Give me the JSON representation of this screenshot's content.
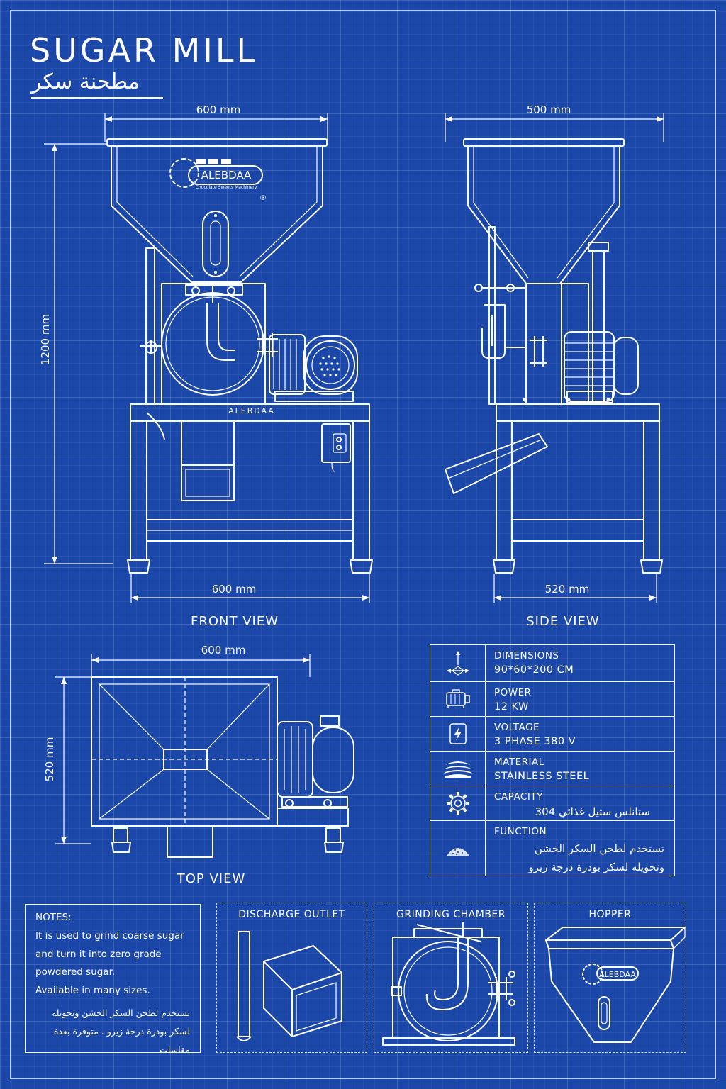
{
  "title": {
    "en": "SUGAR MILL",
    "ar": "مطحنة سكر"
  },
  "brand": {
    "name": "ALEBDAA",
    "tagline": "Chocolate Sweets Machinery",
    "mark": "®"
  },
  "front_view": {
    "label": "FRONT VIEW",
    "top_width": "600 mm",
    "bottom_width": "600 mm",
    "height": "1200 mm",
    "frame_text": "ALEBDAA"
  },
  "side_view": {
    "label": "SIDE VIEW",
    "top_width": "500 mm",
    "bottom_width": "520 mm"
  },
  "top_view": {
    "label": "TOP VIEW",
    "width": "600 mm",
    "depth": "520 mm"
  },
  "specs": [
    {
      "icon": "dimensions-icon",
      "label": "DIMENSIONS",
      "value": "90*60*200  CM"
    },
    {
      "icon": "motor-icon",
      "label": "POWER",
      "value": "12  KW"
    },
    {
      "icon": "voltage-icon",
      "label": "VOLTAGE",
      "value": "3  PHASE  380  V"
    },
    {
      "icon": "material-stack-icon",
      "label": "MATERIAL",
      "value": "STAINLESS  STEEL"
    },
    {
      "icon": "gear-icon",
      "label": "CAPACITY",
      "value": "ستانلس ستيل غذائي 304"
    },
    {
      "icon": "powder-pile-icon",
      "label": "FUNCTION",
      "value_line1": "تستخدم لطحن السكر الخشن",
      "value_line2": "وتحويله لسكر بودرة درجة زيرو"
    }
  ],
  "notes": {
    "title": "NOTES:",
    "lines": [
      "It is used to grind coarse sugar",
      "and turn it into zero grade",
      "powdered sugar.",
      "Available in many sizes."
    ],
    "ar_line1": "تستخدم لطحن السكر الخشن وتحويله",
    "ar_line2": "لسكر بودرة درجة زيرو . متوفرة بعدة مقاسات"
  },
  "details": [
    {
      "title": "DISCHARGE OUTLET"
    },
    {
      "title": "GRINDING CHAMBER"
    },
    {
      "title": "HOPPER"
    }
  ],
  "colors": {
    "background": "#1b47a8",
    "line": "#ffffff"
  }
}
